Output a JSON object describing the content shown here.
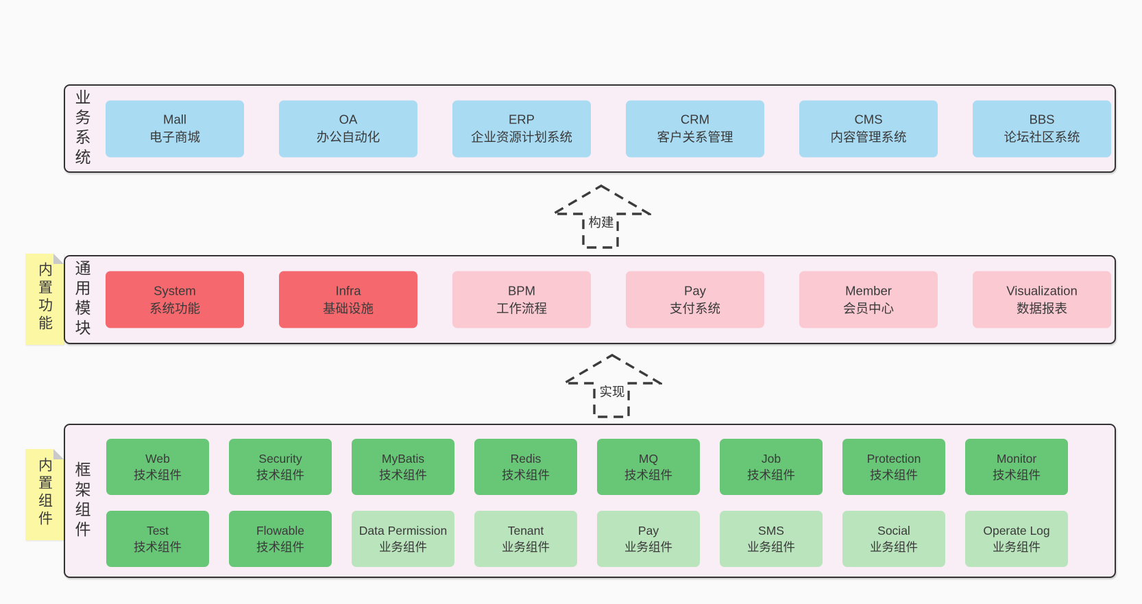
{
  "palette": {
    "page_bg": "#fafafa",
    "panel_bg": "#f9edf6",
    "panel_border": "#333333",
    "blue_box": "#a9dbf3",
    "red_box": "#f5696e",
    "pink_box": "#fbc9d2",
    "green_box": "#68c677",
    "light_green_box": "#bae4bc",
    "sticky_bg": "#fbf7a3",
    "sticky_fold": "#c9c9c9",
    "text": "#3a3a3a"
  },
  "arrows": [
    {
      "label": "构建"
    },
    {
      "label": "实现"
    }
  ],
  "layers": [
    {
      "side_label": "业务系统",
      "rows": [
        [
          {
            "name": "Mall",
            "sub": "电子商城",
            "variant": "blue"
          },
          {
            "name": "OA",
            "sub": "办公自动化",
            "variant": "blue"
          },
          {
            "name": "ERP",
            "sub": "企业资源计划系统",
            "variant": "blue"
          },
          {
            "name": "CRM",
            "sub": "客户关系管理",
            "variant": "blue"
          },
          {
            "name": "CMS",
            "sub": "内容管理系统",
            "variant": "blue"
          },
          {
            "name": "BBS",
            "sub": "论坛社区系统",
            "variant": "blue"
          }
        ]
      ]
    },
    {
      "side_label": "通用模块",
      "sticky": "内置功能",
      "rows": [
        [
          {
            "name": "System",
            "sub": "系统功能",
            "variant": "red"
          },
          {
            "name": "Infra",
            "sub": "基础设施",
            "variant": "red"
          },
          {
            "name": "BPM",
            "sub": "工作流程",
            "variant": "pink"
          },
          {
            "name": "Pay",
            "sub": "支付系统",
            "variant": "pink"
          },
          {
            "name": "Member",
            "sub": "会员中心",
            "variant": "pink"
          },
          {
            "name": "Visualization",
            "sub": "数据报表",
            "variant": "pink"
          }
        ]
      ]
    },
    {
      "side_label": "框架组件",
      "sticky": "内置组件",
      "rows": [
        [
          {
            "name": "Web",
            "sub": "技术组件",
            "variant": "green"
          },
          {
            "name": "Security",
            "sub": "技术组件",
            "variant": "green"
          },
          {
            "name": "MyBatis",
            "sub": "技术组件",
            "variant": "green"
          },
          {
            "name": "Redis",
            "sub": "技术组件",
            "variant": "green"
          },
          {
            "name": "MQ",
            "sub": "技术组件",
            "variant": "green"
          },
          {
            "name": "Job",
            "sub": "技术组件",
            "variant": "green"
          },
          {
            "name": "Protection",
            "sub": "技术组件",
            "variant": "green"
          },
          {
            "name": "Monitor",
            "sub": "技术组件",
            "variant": "green"
          }
        ],
        [
          {
            "name": "Test",
            "sub": "技术组件",
            "variant": "green"
          },
          {
            "name": "Flowable",
            "sub": "技术组件",
            "variant": "green"
          },
          {
            "name": "Data Permission",
            "sub": "业务组件",
            "variant": "lightgreen"
          },
          {
            "name": "Tenant",
            "sub": "业务组件",
            "variant": "lightgreen"
          },
          {
            "name": "Pay",
            "sub": "业务组件",
            "variant": "lightgreen"
          },
          {
            "name": "SMS",
            "sub": "业务组件",
            "variant": "lightgreen"
          },
          {
            "name": "Social",
            "sub": "业务组件",
            "variant": "lightgreen"
          },
          {
            "name": "Operate Log",
            "sub": "业务组件",
            "variant": "lightgreen"
          }
        ]
      ]
    }
  ]
}
